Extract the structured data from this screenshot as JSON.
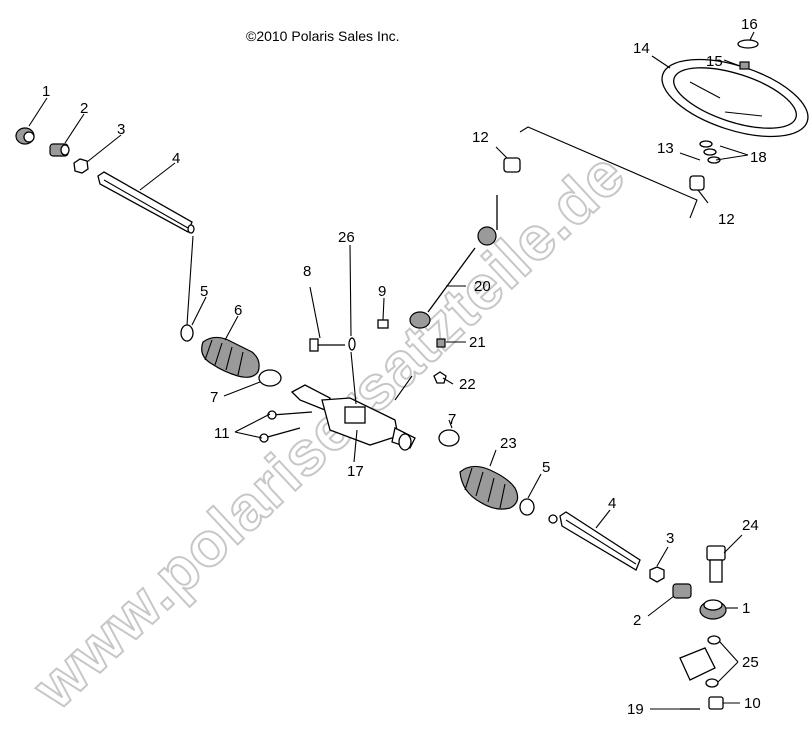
{
  "copyright": "©2010 Polaris Sales Inc.",
  "watermark": "www.polarisersatzteile.de",
  "callouts": {
    "c1a": "1",
    "c2a": "2",
    "c3a": "3",
    "c4a": "4",
    "c5a": "5",
    "c6": "6",
    "c7a": "7",
    "c8": "8",
    "c9": "9",
    "c11": "11",
    "c12a": "12",
    "c12b": "12",
    "c13": "13",
    "c14": "14",
    "c15": "15",
    "c16": "16",
    "c17": "17",
    "c18": "18",
    "c20": "20",
    "c21": "21",
    "c22": "22",
    "c7b": "7",
    "c23": "23",
    "c5b": "5",
    "c4b": "4",
    "c3b": "3",
    "c2b": "2",
    "c1b": "1",
    "c24": "24",
    "c25": "25",
    "c26": "26",
    "c19": "19",
    "c10": "10"
  }
}
